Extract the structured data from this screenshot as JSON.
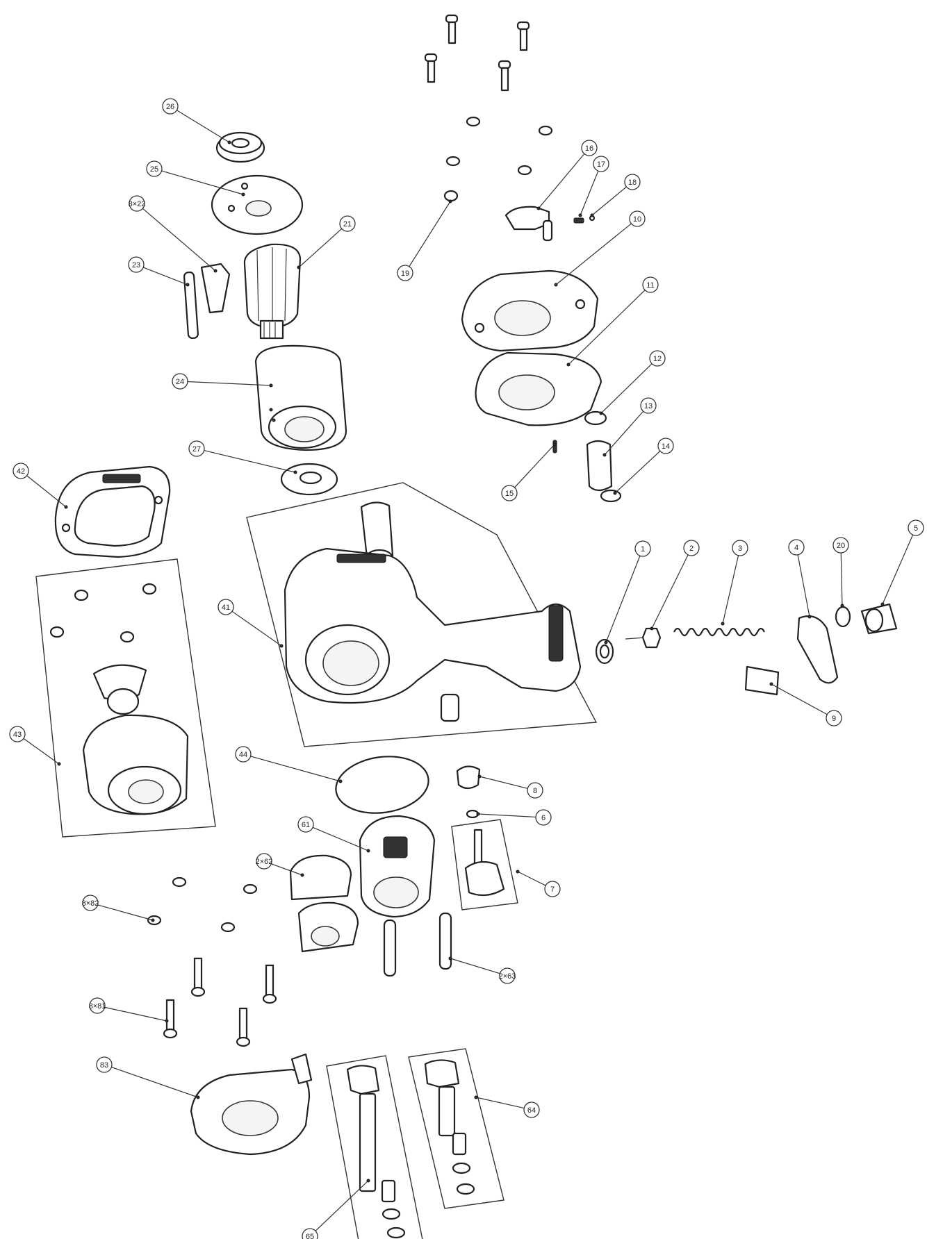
{
  "callouts": [
    {
      "id": "26",
      "label": "26"
    },
    {
      "id": "25",
      "label": "25"
    },
    {
      "id": "22",
      "label": "8×22"
    },
    {
      "id": "23",
      "label": "23"
    },
    {
      "id": "21",
      "label": "21"
    },
    {
      "id": "24",
      "label": "24"
    },
    {
      "id": "27",
      "label": "27"
    },
    {
      "id": "42",
      "label": "42"
    },
    {
      "id": "41",
      "label": "41"
    },
    {
      "id": "43",
      "label": "43"
    },
    {
      "id": "16",
      "label": "16"
    },
    {
      "id": "17",
      "label": "17"
    },
    {
      "id": "18",
      "label": "18"
    },
    {
      "id": "19",
      "label": "19"
    },
    {
      "id": "10",
      "label": "10"
    },
    {
      "id": "11",
      "label": "11"
    },
    {
      "id": "12",
      "label": "12"
    },
    {
      "id": "13",
      "label": "13"
    },
    {
      "id": "14",
      "label": "14"
    },
    {
      "id": "15",
      "label": "15"
    },
    {
      "id": "1",
      "label": "1"
    },
    {
      "id": "2",
      "label": "2"
    },
    {
      "id": "3",
      "label": "3"
    },
    {
      "id": "4",
      "label": "4"
    },
    {
      "id": "20",
      "label": "20"
    },
    {
      "id": "5",
      "label": "5"
    },
    {
      "id": "9",
      "label": "9"
    },
    {
      "id": "44",
      "label": "44"
    },
    {
      "id": "8",
      "label": "8"
    },
    {
      "id": "6",
      "label": "6"
    },
    {
      "id": "7",
      "label": "7"
    },
    {
      "id": "61",
      "label": "61"
    },
    {
      "id": "62",
      "label": "2×62"
    },
    {
      "id": "82",
      "label": "8×82"
    },
    {
      "id": "63",
      "label": "2×63"
    },
    {
      "id": "81",
      "label": "8×81"
    },
    {
      "id": "83",
      "label": "83"
    },
    {
      "id": "64",
      "label": "64"
    },
    {
      "id": "65",
      "label": "65"
    }
  ]
}
